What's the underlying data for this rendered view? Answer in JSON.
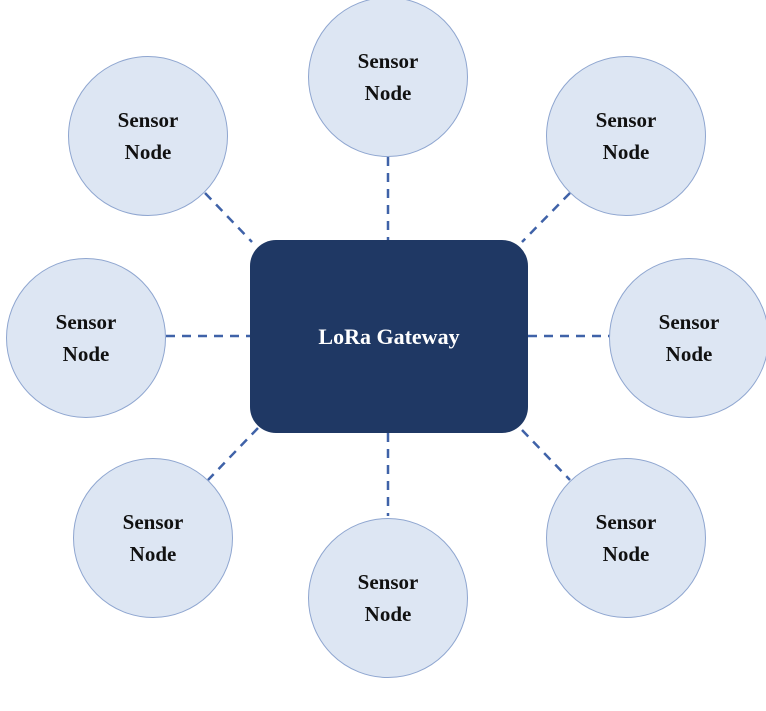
{
  "gateway": {
    "label": "LoRa Gateway"
  },
  "nodes": [
    {
      "id": "top",
      "line1": "Sensor",
      "line2": "Node"
    },
    {
      "id": "top-left",
      "line1": "Sensor",
      "line2": "Node"
    },
    {
      "id": "top-right",
      "line1": "Sensor",
      "line2": "Node"
    },
    {
      "id": "left",
      "line1": "Sensor",
      "line2": "Node"
    },
    {
      "id": "right",
      "line1": "Sensor",
      "line2": "Node"
    },
    {
      "id": "bottom-left",
      "line1": "Sensor",
      "line2": "Node"
    },
    {
      "id": "bottom",
      "line1": "Sensor",
      "line2": "Node"
    },
    {
      "id": "bottom-right",
      "line1": "Sensor",
      "line2": "Node"
    }
  ],
  "colors": {
    "gateway_fill": "#1f3864",
    "node_fill": "#dde6f3",
    "node_border": "#8fa6d0",
    "link": "#3f62a8"
  }
}
